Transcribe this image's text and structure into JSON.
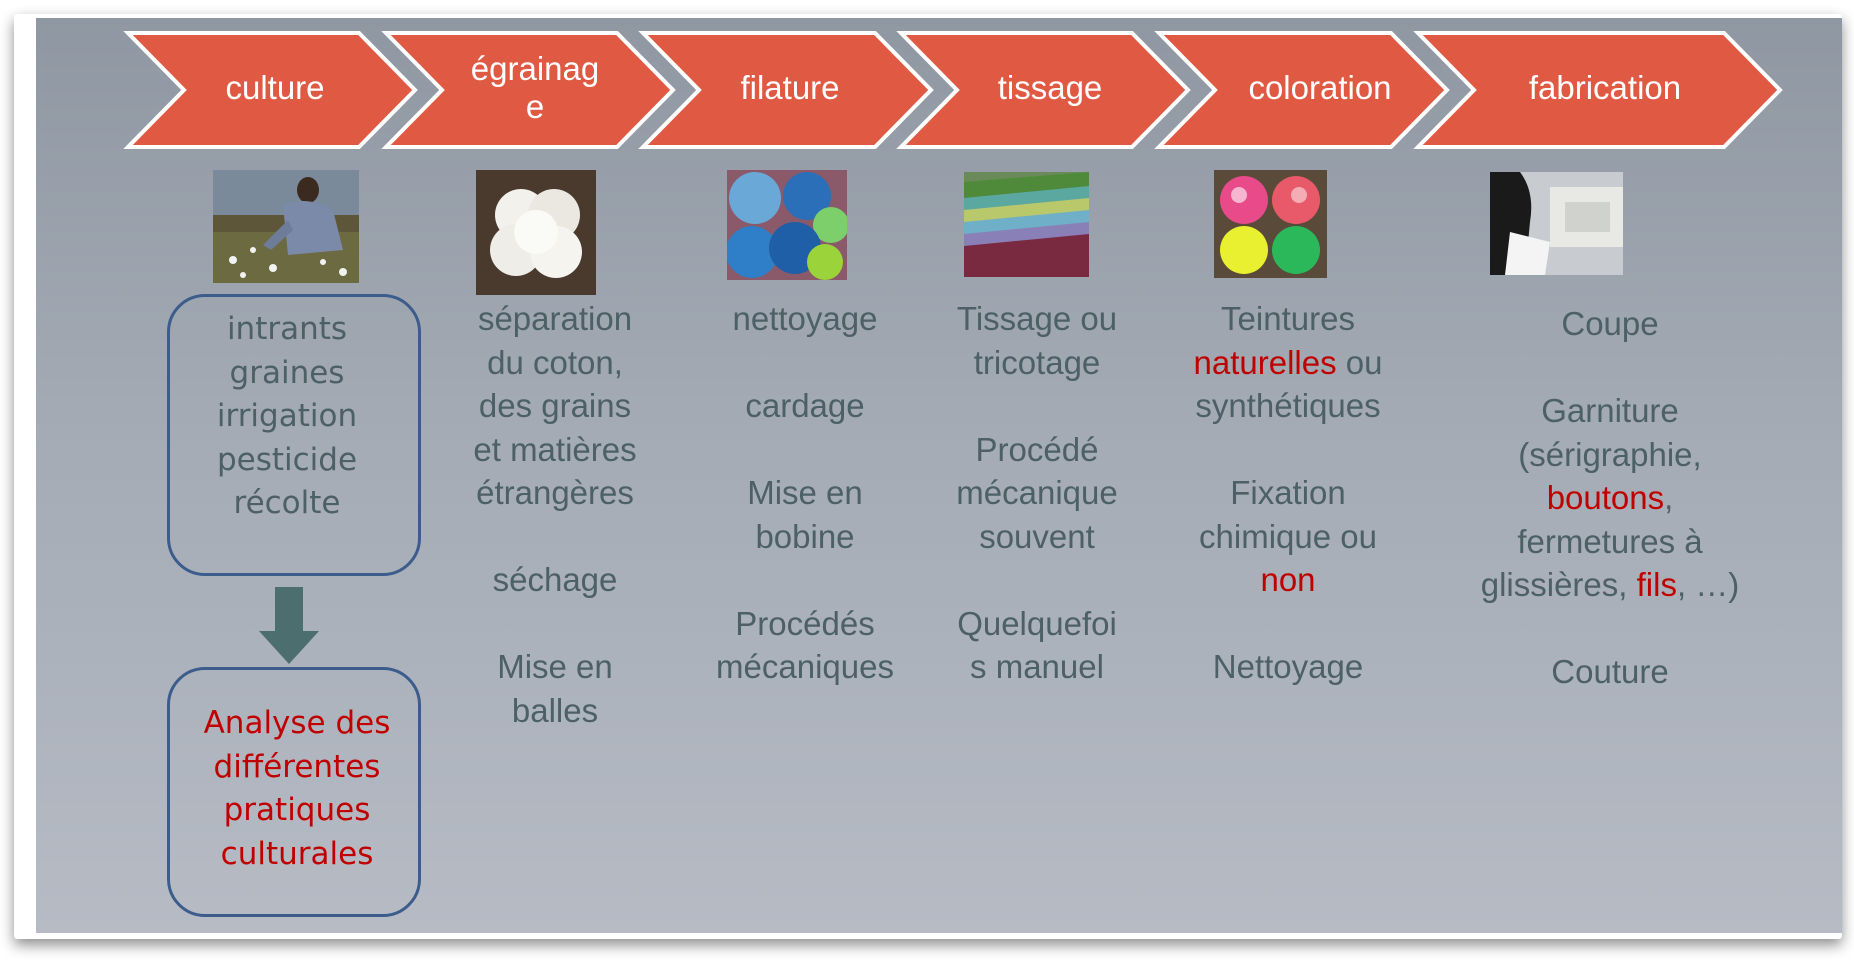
{
  "steps": [
    "culture",
    "égrainag e",
    "filature",
    "tissage",
    "coloration",
    "fabrication"
  ],
  "step_line2": "e",
  "step_line1_egrainage": "égrainag",
  "colors": {
    "chevron": "#e05a43",
    "chevron_border": "#ffffff",
    "text": "#4d6067",
    "highlight": "#c00000",
    "box_border": "#3c5c8c",
    "arrow": "#4d6e6e"
  },
  "photos": [
    {
      "name": "cotton-picker-photo"
    },
    {
      "name": "cotton-boll-photo"
    },
    {
      "name": "yarn-balls-photo"
    },
    {
      "name": "fabric-stack-photo"
    },
    {
      "name": "dye-buckets-photo"
    },
    {
      "name": "sewing-machine-photo"
    }
  ],
  "culture_box": [
    "intrants",
    "graines",
    "irrigation",
    "pesticide",
    "récolte"
  ],
  "analysis_box": [
    "Analyse des",
    "différentes",
    "pratiques",
    "culturales"
  ],
  "egrainage_text": [
    "séparation",
    "du coton,",
    "des grains",
    "et matières",
    "étrangères",
    "",
    "séchage",
    "",
    "Mise en",
    "balles"
  ],
  "filature_text": [
    "nettoyage",
    "",
    "cardage",
    "",
    "Mise en",
    "bobine",
    "",
    "Procédés",
    "mécaniques"
  ],
  "tissage_text": [
    "Tissage ou",
    "tricotage",
    "",
    "Procédé",
    "mécanique",
    "souvent",
    "",
    "Quelquefoi",
    "s manuel"
  ],
  "coloration_text": {
    "l1": "Teintures",
    "l2_red": "naturelles",
    "l2_rest": " ou",
    "l3": "synthétiques",
    "l5": "Fixation",
    "l6": "chimique ou",
    "l7_red": "non",
    "l9": "Nettoyage"
  },
  "fabrication_text": {
    "l1": "Coupe",
    "l3": "Garniture",
    "l4": "(sérigraphie,",
    "l5_red": "boutons",
    "l5_rest": ",",
    "l6": "fermetures à",
    "l7a": "glissières, ",
    "l7_red": "fils",
    "l7b": ", …)",
    "l9": "Couture"
  }
}
